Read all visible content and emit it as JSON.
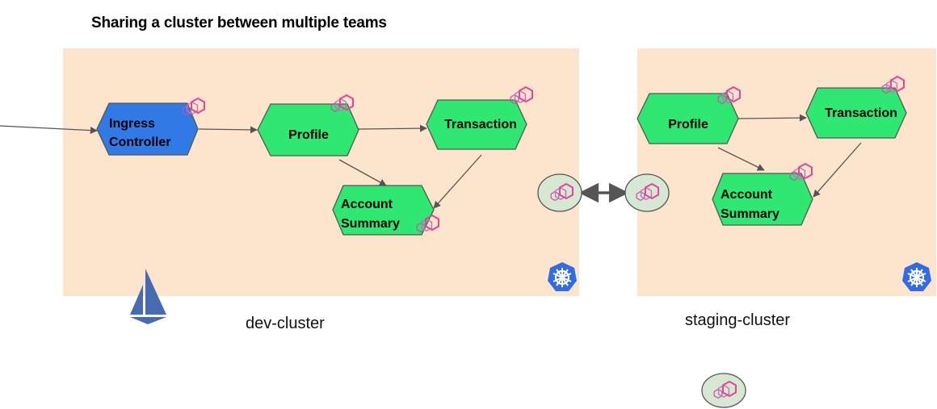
{
  "title": "Sharing a cluster between multiple teams",
  "colors": {
    "cluster_bg": "#fde4cc",
    "service": "#2ee872",
    "ingress": "#2f7ae5",
    "gateway": "#d7e8d2",
    "envoy": "#e0479b",
    "k8s": "#326ce5",
    "istio": "#466bb0"
  },
  "clusters": [
    {
      "id": "dev",
      "label": "dev-cluster",
      "nodes": [
        {
          "id": "ingress",
          "lines": [
            "Ingress",
            "Controller"
          ],
          "type": "ingress"
        },
        {
          "id": "profile",
          "lines": [
            "Profile"
          ],
          "type": "service"
        },
        {
          "id": "transaction",
          "lines": [
            "Transaction"
          ],
          "type": "service"
        },
        {
          "id": "account",
          "lines": [
            "Account",
            "Summary"
          ],
          "type": "service"
        }
      ],
      "icons": [
        "kubernetes-icon",
        "istio-icon"
      ]
    },
    {
      "id": "staging",
      "label": "staging-cluster",
      "nodes": [
        {
          "id": "profile",
          "lines": [
            "Profile"
          ],
          "type": "service"
        },
        {
          "id": "transaction",
          "lines": [
            "Transaction"
          ],
          "type": "service"
        },
        {
          "id": "account",
          "lines": [
            "Account",
            "Summary"
          ],
          "type": "service"
        }
      ],
      "icons": [
        "kubernetes-icon"
      ]
    }
  ],
  "edges": [
    {
      "from": "external",
      "to": "dev.ingress"
    },
    {
      "from": "dev.ingress",
      "to": "dev.profile"
    },
    {
      "from": "dev.profile",
      "to": "dev.transaction"
    },
    {
      "from": "dev.profile",
      "to": "dev.account"
    },
    {
      "from": "dev.transaction",
      "to": "dev.account"
    },
    {
      "from": "dev.gateway",
      "to": "staging.gateway",
      "bidirectional": true
    },
    {
      "from": "staging.profile",
      "to": "staging.transaction"
    },
    {
      "from": "staging.profile",
      "to": "staging.account"
    },
    {
      "from": "staging.transaction",
      "to": "staging.account"
    }
  ],
  "legend": {
    "icon": "envoy-gateway-icon"
  }
}
